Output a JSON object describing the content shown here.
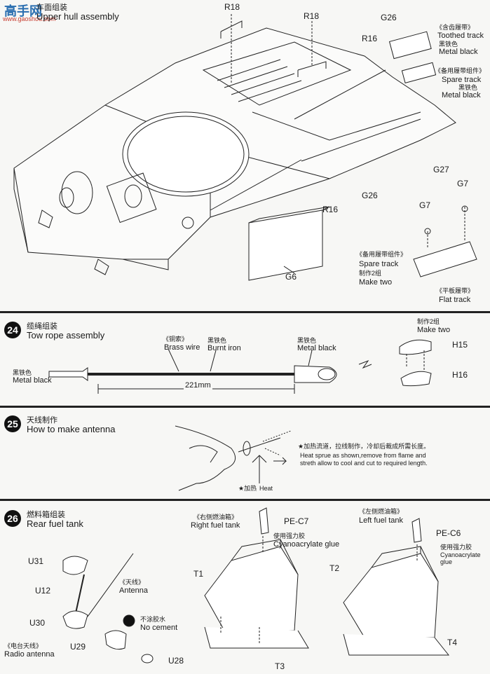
{
  "watermark": {
    "text": "高手网",
    "url": "www.gaoshou.com"
  },
  "section_upper": {
    "title_cn": "车面组装",
    "title_en": "Upper hull assembly",
    "parts": {
      "r18_a": "R18",
      "r18_b": "R18",
      "g26_a": "G26",
      "r16_a": "R16",
      "g27": "G27",
      "g26_b": "G26",
      "r16_b": "R16",
      "g6": "G6",
      "g7_a": "G7",
      "g7_b": "G7"
    },
    "toothed_cn": "《含齿履带》",
    "toothed_en": "Toothed track",
    "toothed_color_cn": "黑铁色",
    "toothed_color_en": "Metal black",
    "spare_cn": "《备用履带组件》",
    "spare_en": "Spare track",
    "spare_color_cn": "黑铁色",
    "spare_color_en": "Metal black",
    "spare2_cn": "《备用履带组件》",
    "spare2_en": "Spare track",
    "make2_cn": "制作2组",
    "make2_en": "Make two",
    "flat_cn": "《平板履带》",
    "flat_en": "Flat track"
  },
  "step24": {
    "num": "24",
    "title_cn": "缆绳组装",
    "title_en": "Tow rope assembly",
    "brass_cn": "《铜索》",
    "brass_en": "Brass wire",
    "burnt_cn": "黑铁色",
    "burnt_en": "Burnt iron",
    "metal_cn": "黑铁色",
    "metal_en": "Metal black",
    "left_cn": "黑铁色",
    "left_en": "Metal black",
    "length": "221mm",
    "make_cn": "制作2组",
    "make_en": "Make two",
    "h15": "H15",
    "h16": "H16"
  },
  "step25": {
    "num": "25",
    "title_cn": "天线制作",
    "title_en": "How to make antenna",
    "note_cn": "★加热流道，拉线制作，冷却后裁成所需长度。",
    "note_en1": "Heat sprue as shown,remove from flame and",
    "note_en2": "streth allow to cool and cut to required length.",
    "heat_cn": "★加热",
    "heat_en": "Heat"
  },
  "step26": {
    "num": "26",
    "title_cn": "燃料箱组装",
    "title_en": "Rear fuel tank",
    "right_cn": "《右侧燃油箱》",
    "right_en": "Right fuel tank",
    "left_cn": "《左侧燃油箱》",
    "left_en": "Left fuel tank",
    "pe_c7": "PE-C7",
    "pe_c6": "PE-C6",
    "glue_cn_a": "使用强力胶",
    "glue_en_a": "Cyanoacrylate glue",
    "glue_cn_b": "使用强力胶",
    "glue_en_b1": "Cyanoacrylate",
    "glue_en_b2": "glue",
    "t1": "T1",
    "t2": "T2",
    "t3": "T3",
    "t4": "T4",
    "u31": "U31",
    "u12": "U12",
    "u30": "U30",
    "u29": "U29",
    "u28": "U28",
    "antenna_cn": "《天线》",
    "antenna_en": "Antenna",
    "nocement_cn": "不涂胶水",
    "nocement_en": "No cement",
    "radio_cn": "《电台天线》",
    "radio_en": "Radio antenna"
  }
}
